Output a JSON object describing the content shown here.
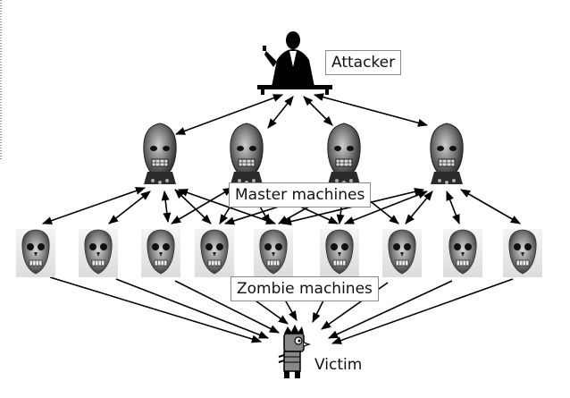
{
  "labels": {
    "attacker": "Attacker",
    "masters": "Master machines",
    "zombies": "Zombie machines",
    "victim": "Victim"
  },
  "icons": {
    "attacker": "businessman-silhouette-icon",
    "master": "ghoul-head-icon",
    "zombie": "skull-face-icon",
    "victim": "cartoon-figure-icon"
  },
  "colors": {
    "arrow": "#000000",
    "label_border": "#8a8a8a"
  }
}
